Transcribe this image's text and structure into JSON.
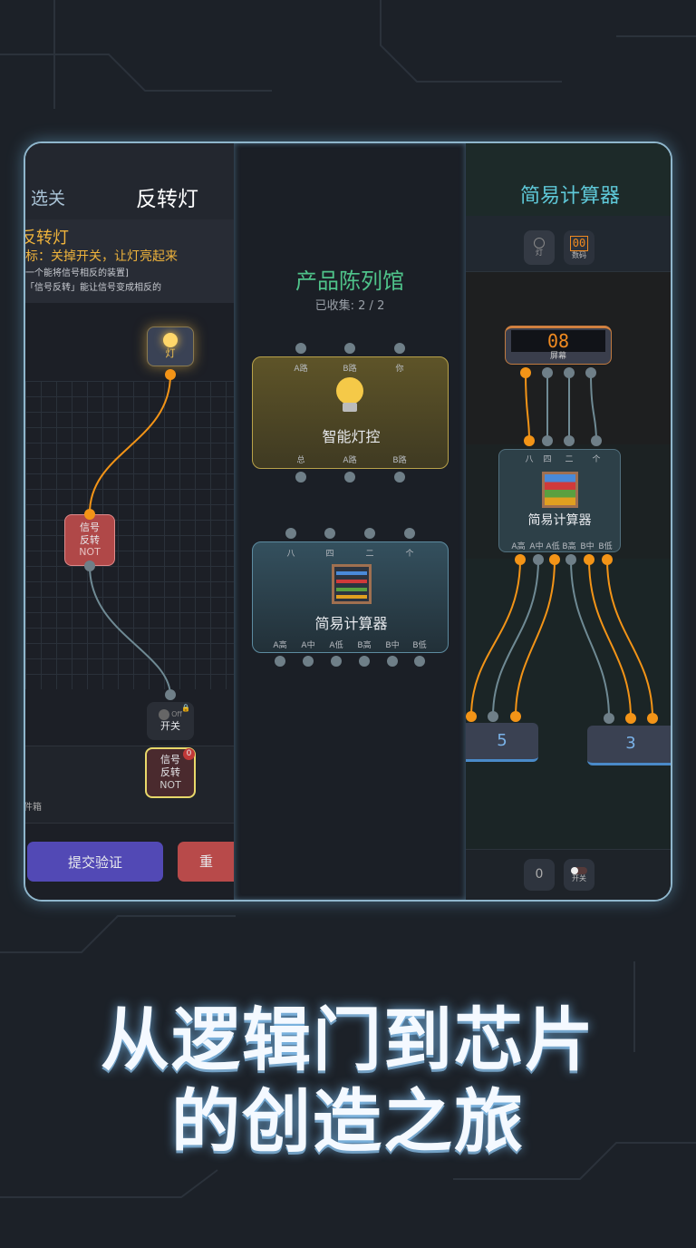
{
  "colors": {
    "accent_orange": "#f39417",
    "wire_off": "#6f7f88",
    "title_green": "#4fc38a",
    "calc_title": "#5ec8d8",
    "submit": "#5249b5",
    "reset": "#b84a4a"
  },
  "left": {
    "back_label": "选关",
    "title": "反转灯",
    "level_name": "反转灯",
    "goal": "目标：关掉开关，让灯亮起来",
    "desc1": "一个能将信号相反的装置]",
    "desc2": "「信号反转」能让信号变成相反的",
    "lamp_label": "灯",
    "not_node": {
      "line1": "信号",
      "line2": "反转",
      "line3": "NOT"
    },
    "switch": {
      "state": "Off",
      "label": "开关"
    },
    "toolbox": {
      "label": "件箱",
      "card": {
        "line1": "信号",
        "line2": "反转",
        "line3": "NOT",
        "count": "0"
      }
    },
    "submit_label": "提交验证",
    "reset_label": "重"
  },
  "middle": {
    "title": "产品陈列馆",
    "collected": "已收集: 2 / 2",
    "card1": {
      "name": "智能灯控",
      "top_pins": [
        "A路",
        "B路",
        "你"
      ],
      "bottom_pins": [
        "总",
        "A路",
        "B路"
      ],
      "icon": "lightbulb-icon"
    },
    "card2": {
      "name": "简易计算器",
      "top_pins": [
        "八",
        "四",
        "二",
        "个"
      ],
      "bottom_pins": [
        "A高",
        "A中",
        "A低",
        "B高",
        "B中",
        "B低"
      ],
      "icon": "abacus-icon"
    }
  },
  "right": {
    "title": "简易计算器",
    "toolbar": [
      {
        "icon": "lamp-icon",
        "label": "灯"
      },
      {
        "icon": "display-icon",
        "label": "数码"
      }
    ],
    "display": {
      "value": "08",
      "label": "屏幕"
    },
    "calc_node": {
      "name": "简易计算器",
      "top_pins": [
        "八",
        "四",
        "二",
        "个"
      ],
      "bottom_pins": [
        "A高",
        "A中",
        "A低",
        "B高",
        "B中",
        "B低"
      ]
    },
    "input_a": "5",
    "input_b": "3",
    "bottom": {
      "number_value": "0",
      "switch_label": "开关"
    }
  },
  "headline": {
    "line1": "从逻辑门到芯片",
    "line2": "的创造之旅"
  }
}
